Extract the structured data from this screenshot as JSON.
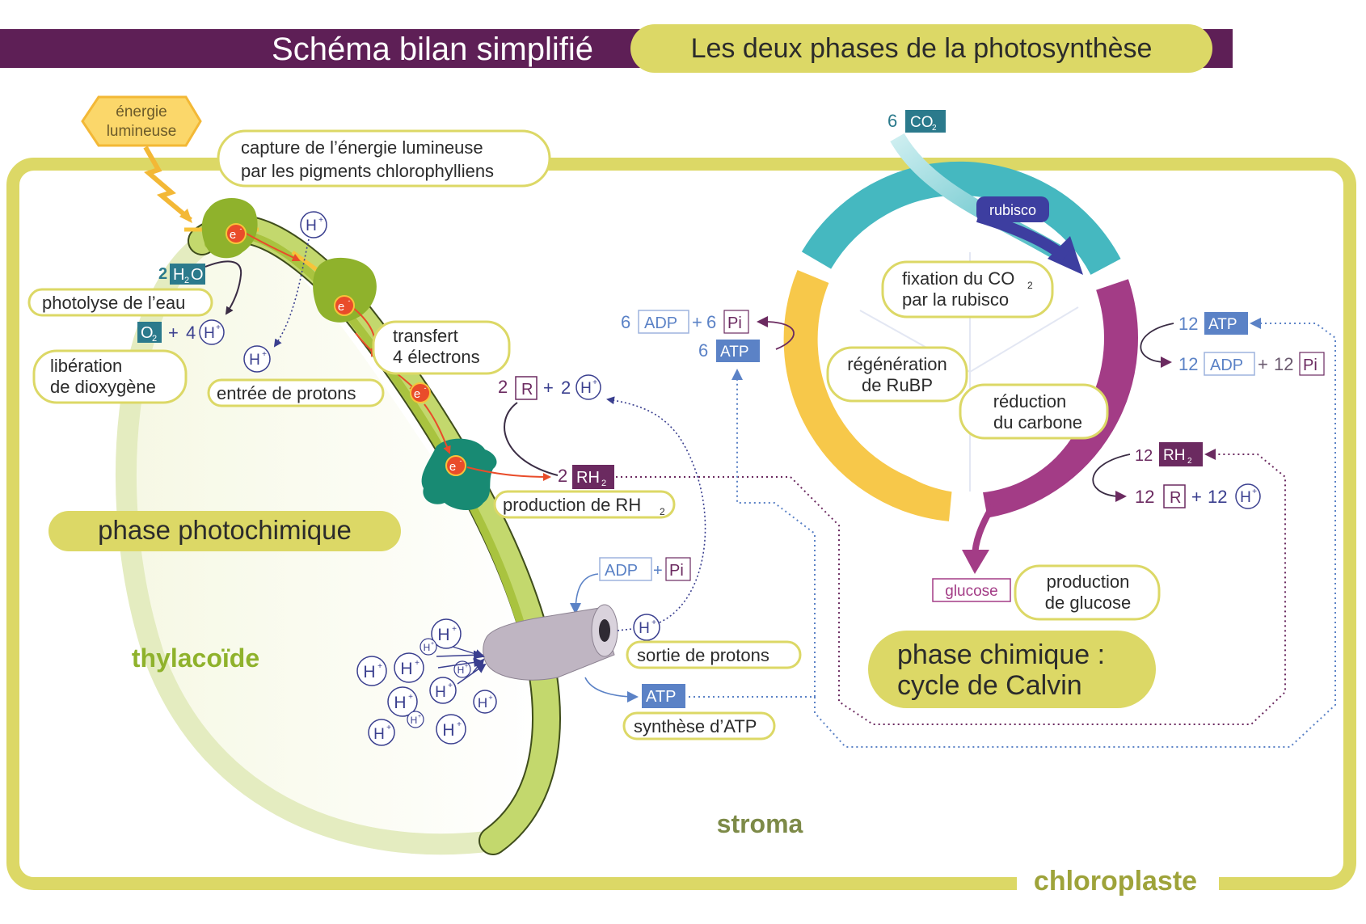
{
  "header": {
    "title": "Schéma bilan simplifié",
    "subtitle": "Les deux phases de la photosynthèse"
  },
  "colors": {
    "banner": "#5e1f56",
    "yellow": "#dcd866",
    "thylakoid": "#9ab531",
    "teal": "#45b8c0",
    "orange": "#f7c84a",
    "magenta": "#a33c86",
    "blue": "#5b82c6",
    "purple": "#6b2a60",
    "electron": "#e94c2a",
    "navy": "#3a3f8f"
  },
  "light": {
    "line1": "énergie",
    "line2": "lumineuse"
  },
  "labels": {
    "capture_1": "capture de l’énergie lumineuse",
    "capture_2": "par les pigments chlorophylliens",
    "photolyse": "photolyse de l’eau",
    "liberation_1": "libération",
    "liberation_2": "de dioxygène",
    "entree_protons": "entrée de protons",
    "transfert_1": "transfert",
    "transfert_2": "4 électrons",
    "production_rh2": "production de RH",
    "production_rh2_sub": "2",
    "phase_photo": "phase photochimique",
    "thylacoide": "thylacoïde",
    "sortie_protons": "sortie de protons",
    "synthese_atp": "synthèse d’ATP",
    "stroma": "stroma",
    "chloroplaste": "chloroplaste",
    "fixation_1": "fixation du CO",
    "fixation_sub": "2",
    "fixation_2": "par la rubisco",
    "regeneration_1": "régénération",
    "regeneration_2": "de RuBP",
    "reduction_1": "réduction",
    "reduction_2": "du carbone",
    "production_glucose_1": "production",
    "production_glucose_2": "de glucose",
    "phase_chimique_1": "phase chimique :",
    "phase_chimique_2": "cycle de Calvin",
    "rubisco": "rubisco",
    "glucose": "glucose"
  },
  "molecules": {
    "h2o_coef": "2",
    "h2o_a": "H",
    "h2o_sub": "2",
    "h2o_b": "O",
    "o2_a": "O",
    "o2_sub": "2",
    "plus": "+",
    "four": "4",
    "h": "H",
    "h_sup": "+",
    "e": "e",
    "e_sup": "-",
    "two": "2",
    "r": "R",
    "rh": "RH",
    "rh_sub": "2",
    "adp": "ADP",
    "pi": "Pi",
    "atp": "ATP",
    "six": "6",
    "twelve": "12",
    "co": "CO",
    "co_sub": "2"
  }
}
